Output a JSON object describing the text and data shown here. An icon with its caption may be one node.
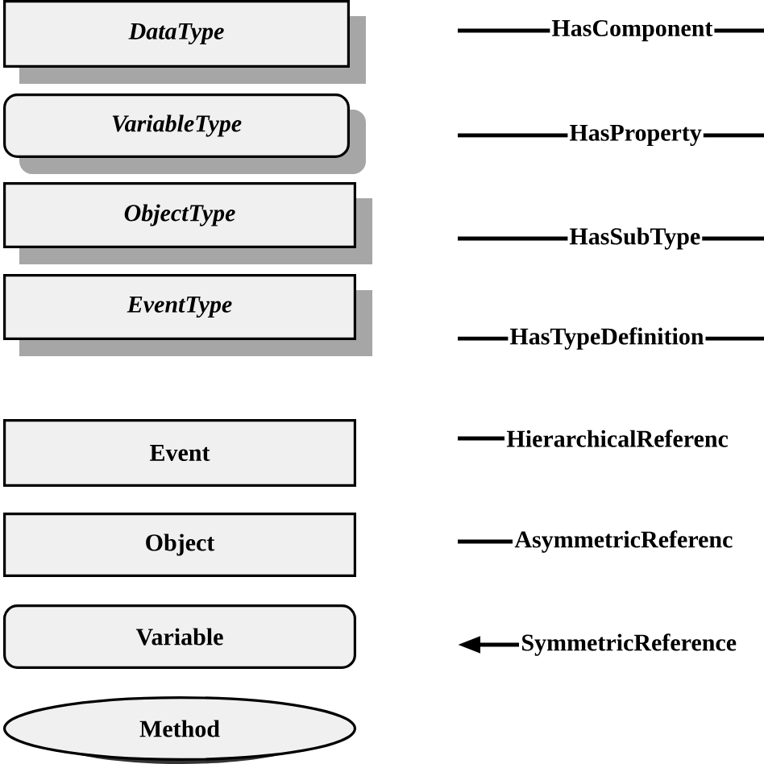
{
  "diagram": {
    "nodes": [
      {
        "text": [
          "*DataType*"
        ]
      },
      {
        "text": [
          "*VariableType*"
        ]
      },
      {
        "text": [
          "*ObjectType*"
        ]
      },
      {
        "text": [
          "*EventType*"
        ]
      },
      {
        "text": [
          "Event"
        ]
      },
      {
        "text": [
          "Object"
        ]
      },
      {
        "text": [
          "Variable"
        ]
      },
      {
        "text": [
          "Method"
        ]
      }
    ],
    "legend": [
      {
        "text": "HasComponent"
      },
      {
        "text": "HasProperty"
      },
      {
        "text": "HasSubType"
      },
      {
        "text": "HasTypeDefinition"
      },
      {
        "text": "HierarchicalReferenc"
      },
      {
        "text": "AsymmetricReferenc"
      },
      {
        "text": "SymmetricReference"
      }
    ]
  }
}
